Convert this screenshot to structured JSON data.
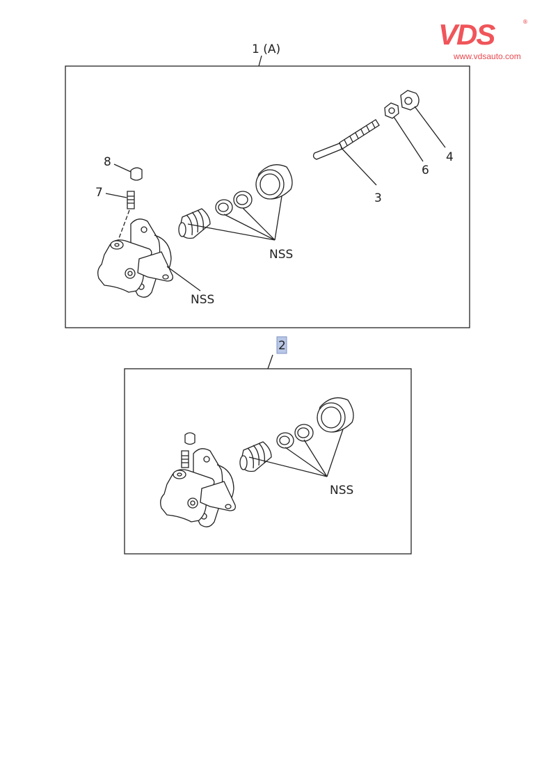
{
  "logo": {
    "brand": "VDS",
    "url": "www.vdsauto.com",
    "color": "#f0555a"
  },
  "assembly_1": {
    "label": "1 (A)",
    "callouts": {
      "p8": "8",
      "p7": "7",
      "p3": "3",
      "p6": "6",
      "p4": "4"
    },
    "nss_seals": "NSS",
    "nss_body": "NSS"
  },
  "assembly_2": {
    "label": "2",
    "label_bg": "#b9c7e6",
    "nss_seals": "NSS"
  }
}
